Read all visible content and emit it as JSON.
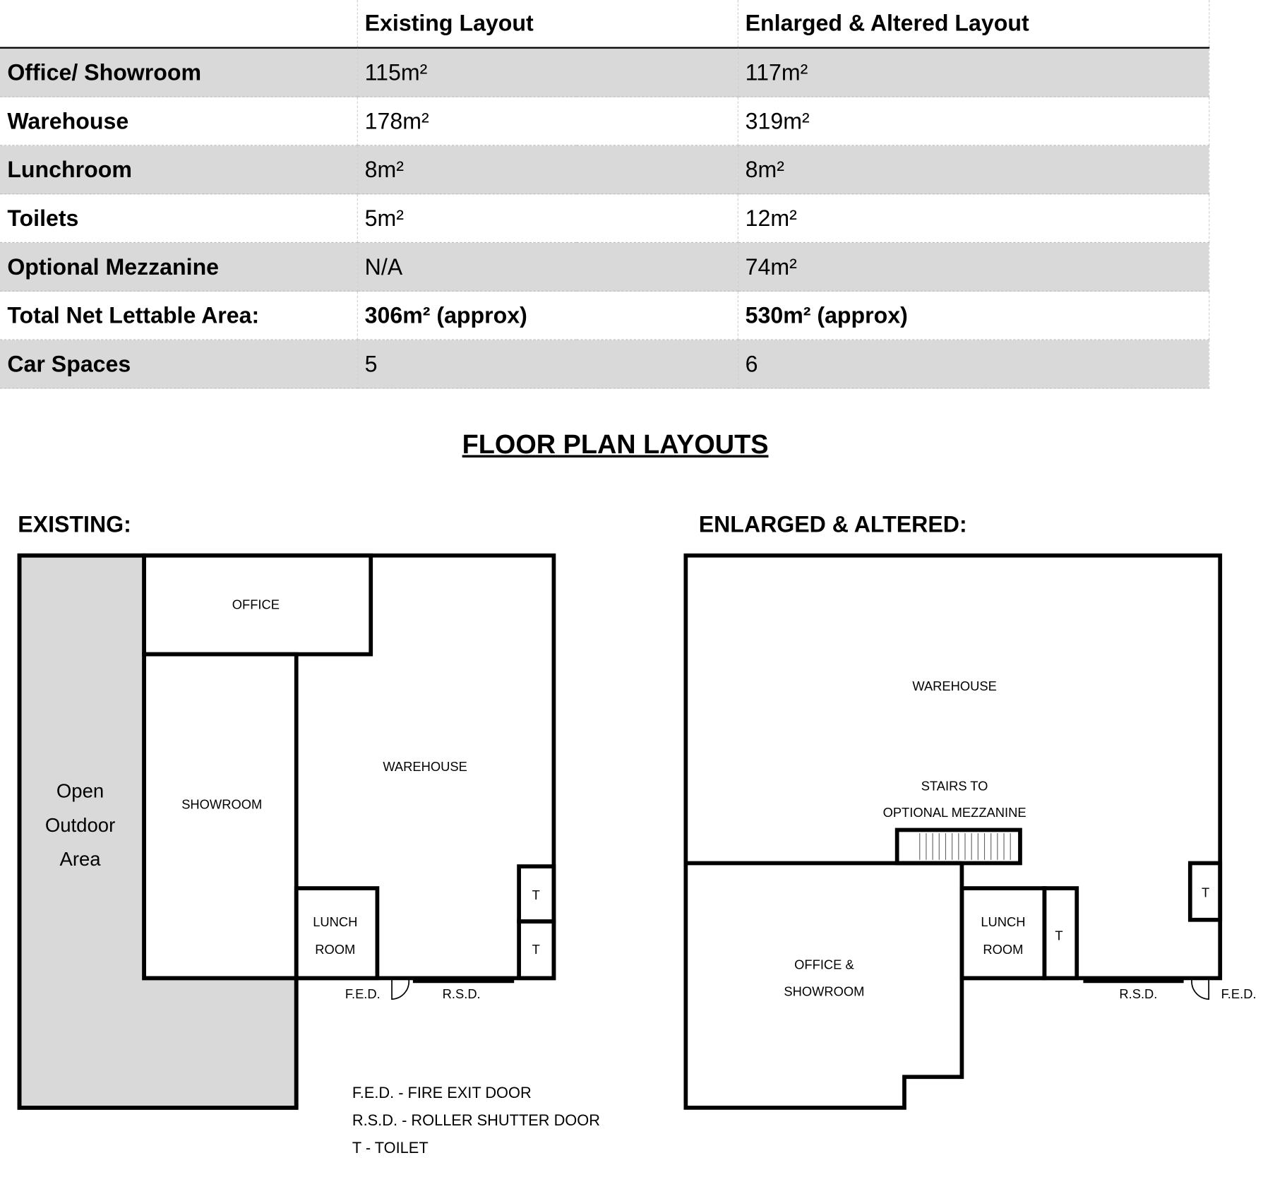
{
  "table": {
    "headers": [
      "",
      "Existing Layout",
      "Enlarged & Altered Layout"
    ],
    "rows": [
      {
        "label": "Office/ Showroom",
        "existing": "115m²",
        "enlarged": "117m²"
      },
      {
        "label": "Warehouse",
        "existing": "178m²",
        "enlarged": "319m²"
      },
      {
        "label": "Lunchroom",
        "existing": "8m²",
        "enlarged": "8m²"
      },
      {
        "label": "Toilets",
        "existing": "5m²",
        "enlarged": "12m²"
      },
      {
        "label": "Optional Mezzanine",
        "existing": "N/A",
        "enlarged": "74m²"
      },
      {
        "label": "Total Net Lettable Area:",
        "existing": "306m² (approx)",
        "enlarged": "530m² (approx)"
      },
      {
        "label": "Car Spaces",
        "existing": "5",
        "enlarged": "6"
      }
    ]
  },
  "section_title": "FLOOR PLAN LAYOUTS",
  "existing": {
    "title": "EXISTING:",
    "office": "OFFICE",
    "showroom": "SHOWROOM",
    "warehouse": "WAREHOUSE",
    "lunch1": "LUNCH",
    "lunch2": "ROOM",
    "toilet": "T",
    "outdoor": [
      "Open",
      "Outdoor",
      "Area"
    ],
    "fed": "F.E.D.",
    "rsd": "R.S.D."
  },
  "enlarged": {
    "title": "ENLARGED & ALTERED:",
    "warehouse": "WAREHOUSE",
    "stairs1": "STAIRS TO",
    "stairs2": "OPTIONAL MEZZANINE",
    "office1": "OFFICE &",
    "office2": "SHOWROOM",
    "lunch1": "LUNCH",
    "lunch2": "ROOM",
    "toilet": "T",
    "rsd": "R.S.D.",
    "fed": "F.E.D."
  },
  "legend": [
    "F.E.D. - FIRE EXIT DOOR",
    "R.S.D. - ROLLER SHUTTER DOOR",
    "T - TOILET"
  ],
  "colors": {
    "outdoor_fill": "#d9d9d9",
    "row_shade": "#d9d9d9",
    "wall": "#000000"
  }
}
